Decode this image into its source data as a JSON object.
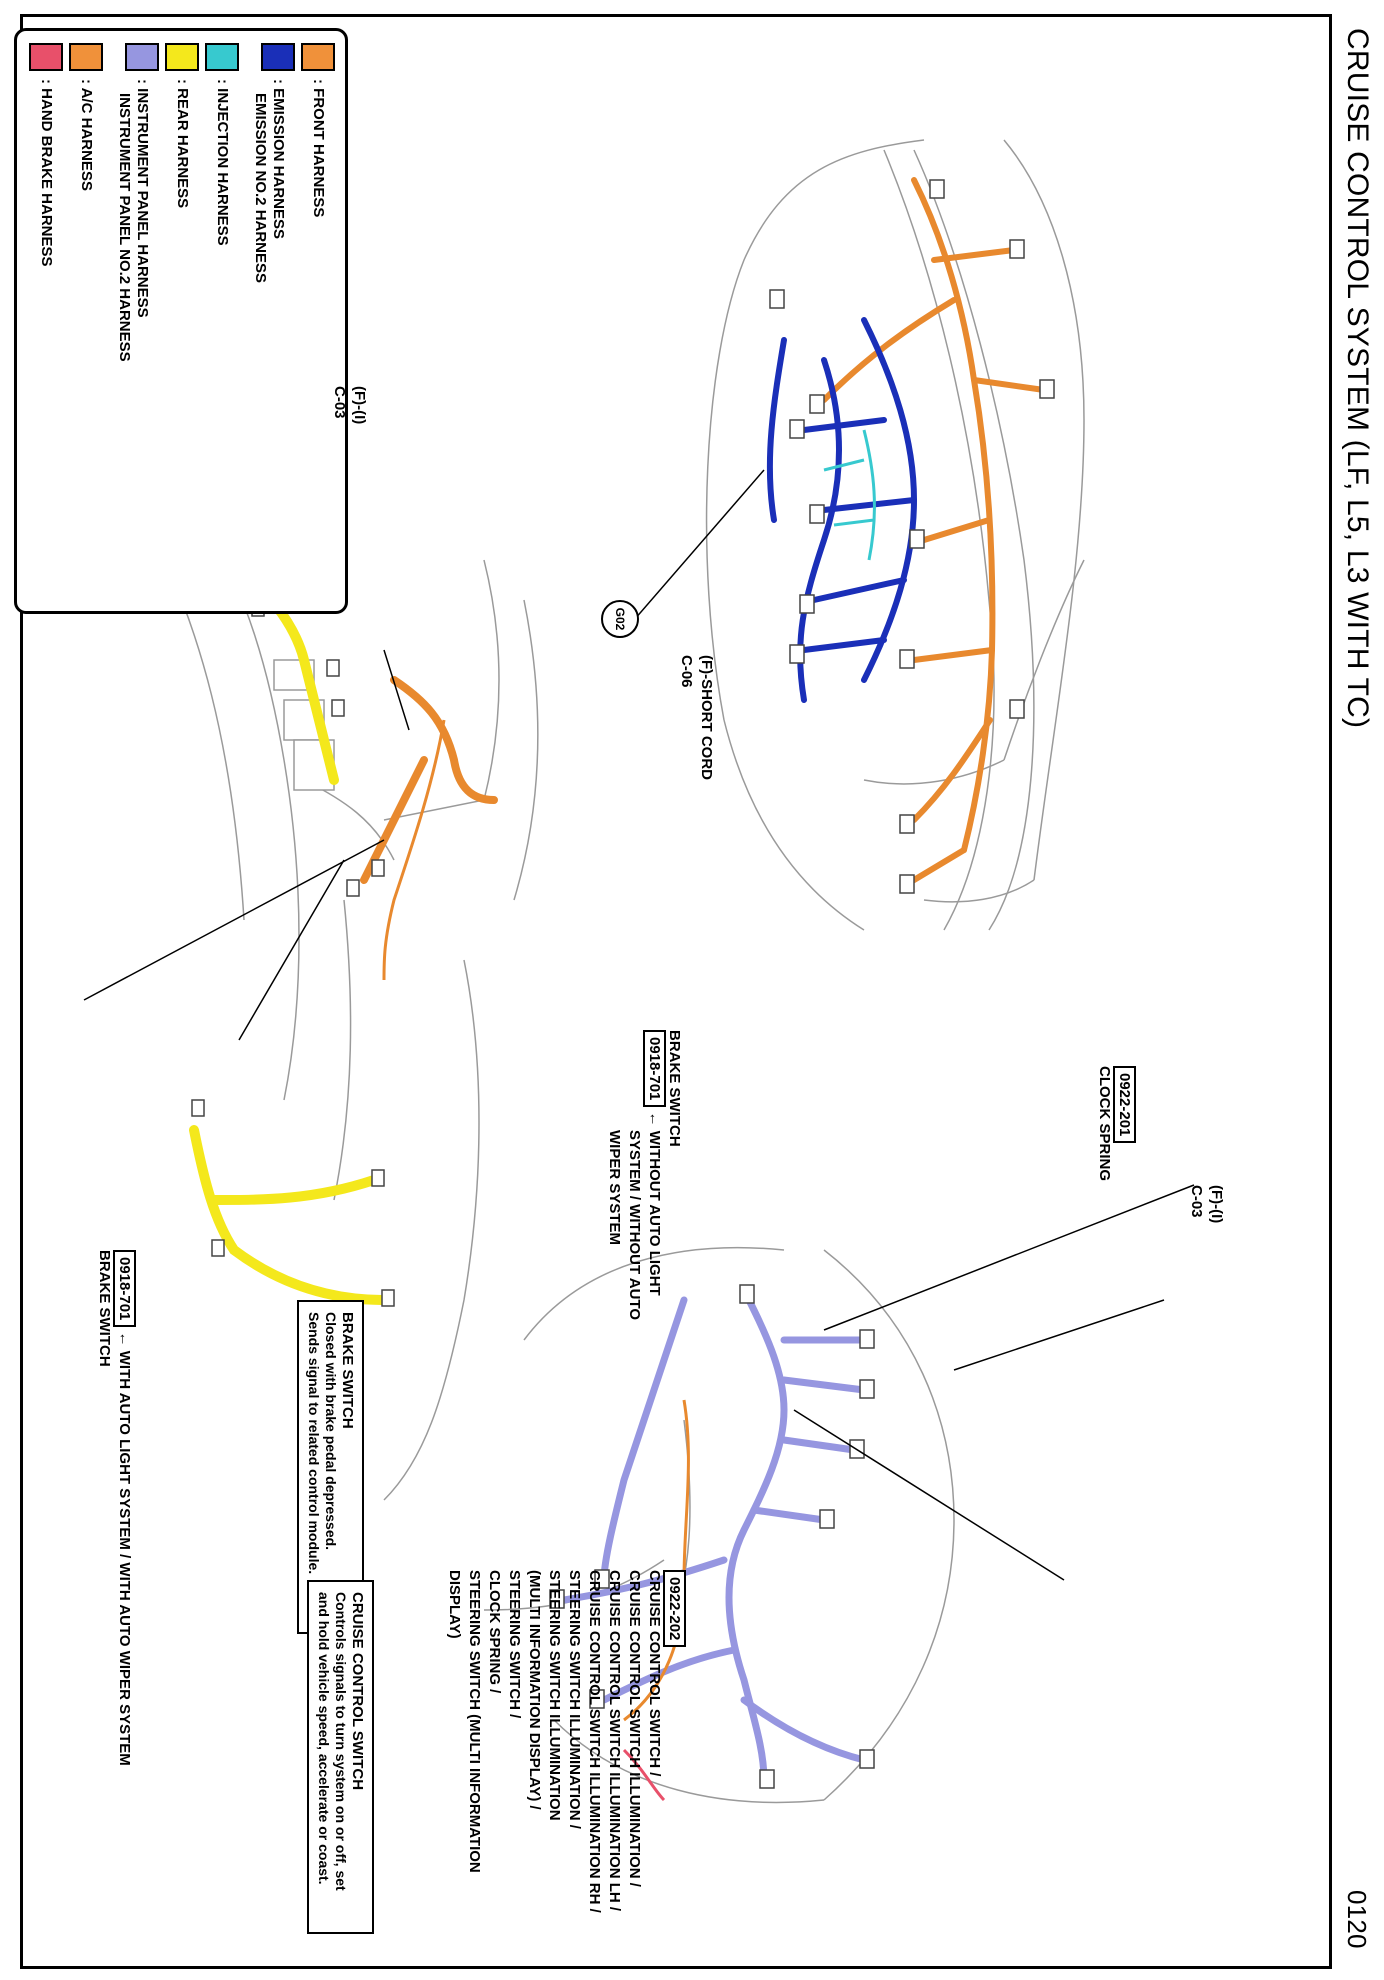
{
  "title": "CRUISE CONTROL SYSTEM (LF, L5, L3 WITH TC)",
  "page_number": "0120",
  "legend": [
    {
      "color": "#f0913a",
      "label": ": FRONT HARNESS"
    },
    {
      "color": "#1a2fb8",
      "label": ": EMISSION HARNESS",
      "label2": "EMISSION NO.2 HARNESS"
    },
    {
      "color": "#37c9cf",
      "label": ": INJECTION HARNESS"
    },
    {
      "color": "#f4e81c",
      "label": ": REAR HARNESS"
    },
    {
      "color": "#9696e0",
      "label": ": INSTRUMENT PANEL HARNESS",
      "label2": "INSTRUMENT PANEL NO.2 HARNESS"
    },
    {
      "color": "#f0913a",
      "label": ": A/C HARNESS"
    },
    {
      "color": "#e8506a",
      "label": ": HAND BRAKE HARNESS"
    }
  ],
  "callouts": {
    "g02": "G02",
    "fi_c03_left": {
      "line1": "(F)-(I)",
      "line2": "C-03"
    },
    "short_cord": {
      "line1": "(F)-SHORT CORD",
      "line2": "C-06"
    },
    "fi_c03_right": {
      "line1": "(F)-(I)",
      "line2": "C-03"
    },
    "clock_spring": {
      "code": "0922-201",
      "label": "CLOCK SPRING"
    },
    "brake_switch_top": {
      "label": "BRAKE SWITCH",
      "code": "0918-701",
      "arrow": "← WITHOUT AUTO LIGHT",
      "cond2": "SYSTEM / WITHOUT AUTO",
      "cond3": "WIPER SYSTEM"
    },
    "brake_switch_bottom": {
      "code": "0918-701",
      "arrow": "← WITH AUTO LIGHT SYSTEM / WITH AUTO WIPER SYSTEM",
      "label": "BRAKE SWITCH"
    },
    "cruise_switch": {
      "code": "0922-202",
      "lines": [
        "CRUISE CONTROL SWITCH /",
        "CRUISE CONTROL SWITCH ILLUMINATION /",
        "CRUISE CONTROL SWITCH ILLUMINATION LH /",
        "CRUISE CONTROL SWITCH ILLUMINATION RH /",
        "STEERING SWITCH ILLUMINATION /",
        "STEERING SWITCH ILLUMINATION",
        "(MULTI INFORMATION DISPLAY) /",
        "STEERING SWITCH /",
        "CLOCK SPRING /",
        "STEERING SWITCH (MULTI INFORMATION",
        "DISPLAY)"
      ]
    }
  },
  "notes": {
    "brake": {
      "head": "BRAKE SWITCH",
      "line1": "Closed with brake pedal depressed.",
      "line2": "Sends signal to related control module."
    },
    "cruise": {
      "head": "CRUISE CONTROL SWITCH",
      "line1": "Controls signals to turn system on or off, set",
      "line2": "and hold vehicle speed, accelerate or coast."
    }
  }
}
